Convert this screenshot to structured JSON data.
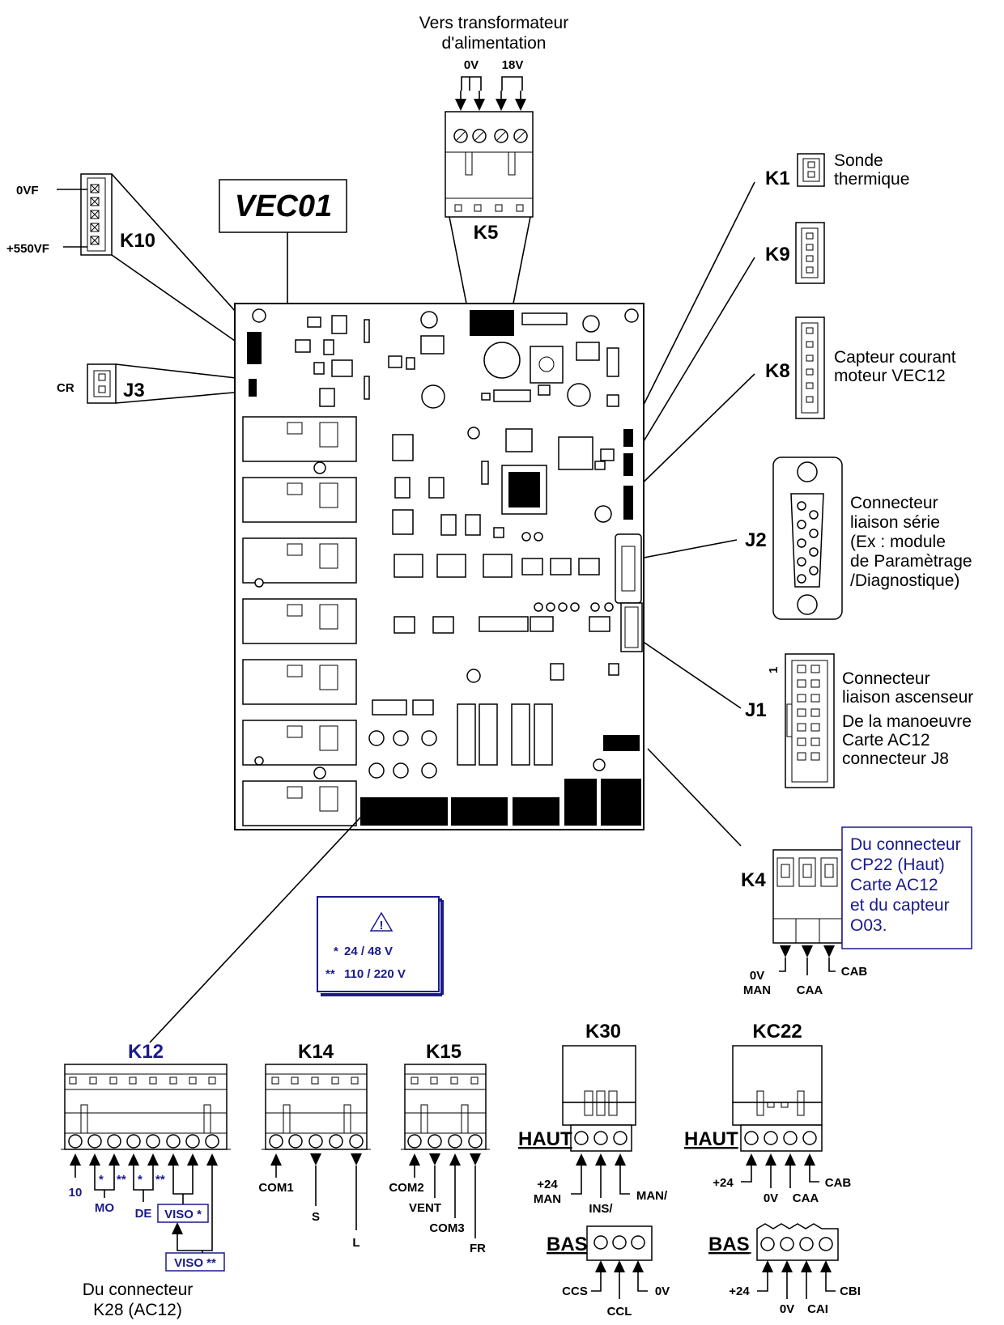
{
  "top": {
    "line1": "Vers transformateur",
    "line2": "d'alimentation",
    "v0": "0V",
    "v18": "18V"
  },
  "board": {
    "title": "VEC01"
  },
  "connectors": {
    "k1": "K1",
    "k9": "K9",
    "k8": "K8",
    "k5": "K5",
    "k10": "K10",
    "j3": "J3",
    "j2": "J2",
    "j1": "J1",
    "k4": "K4",
    "k12": "K12",
    "k14": "K14",
    "k15": "K15",
    "k30": "K30",
    "kc22": "KC22"
  },
  "k10_pins": {
    "ovf": "0VF",
    "p550": "+550VF"
  },
  "j3_pin": "CR",
  "desc": {
    "sonde1": "Sonde",
    "sonde2": "thermique",
    "capteur1": "Capteur courant",
    "capteur2": "moteur VEC12",
    "serie1": "Connecteur",
    "serie2": "liaison série",
    "serie3": "(Ex : module",
    "serie4": "de Paramètrage",
    "serie5": "/Diagnostique)",
    "asc1": "Connecteur",
    "asc2": "liaison ascenseur",
    "asc3": "De la manoeuvre",
    "asc4": "Carte AC12",
    "asc5": "connecteur J8",
    "j1_pin1": "1"
  },
  "k4_box": {
    "l1": "Du connecteur",
    "l2": "CP22 (Haut)",
    "l3": "Carte AC12",
    "l4": "et du capteur",
    "l5": "O03."
  },
  "k4_pins": {
    "ov": "0V",
    "man": "MAN",
    "caa": "CAA",
    "cab": "CAB"
  },
  "warning": {
    "l1": "24 / 48 V",
    "l2": "110 / 220 V",
    "s1": "*",
    "s2": "**"
  },
  "k12_pins": {
    "p10": "10",
    "mo": "MO",
    "de": "DE",
    "viso1": "VISO *",
    "viso2": "VISO **",
    "star": "*",
    "dstar": "**"
  },
  "k12_note": {
    "l1": "Du connecteur",
    "l2": "K28 (AC12)"
  },
  "k14_pins": {
    "com1": "COM1",
    "s": "S",
    "l": "L"
  },
  "k15_pins": {
    "com2": "COM2",
    "vent": "VENT",
    "com3": "COM3",
    "fr": "FR"
  },
  "k30": {
    "haut": "HAUT",
    "bas": "BAS",
    "p24": "+24",
    "man": "MAN",
    "ins": "INS/",
    "man2": "MAN/",
    "ccs": "CCS",
    "ccl": "CCL",
    "ov": "0V"
  },
  "kc22": {
    "haut": "HAUT",
    "bas": "BAS",
    "p24": "+24",
    "ov": "0V",
    "caa": "CAA",
    "cab": "CAB",
    "p24b": "+24",
    "ovb": "0V",
    "cai": "CAI",
    "cbi": "CBI"
  }
}
